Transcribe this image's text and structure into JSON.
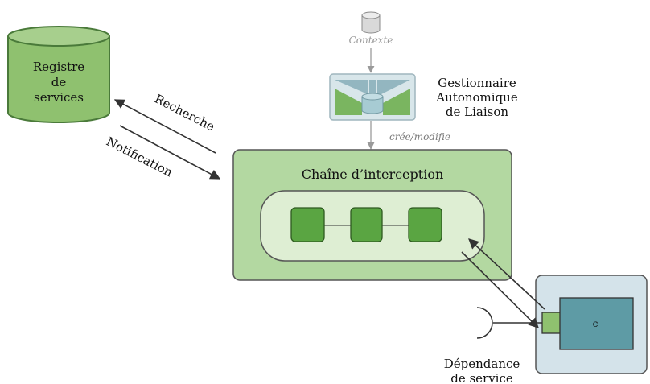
{
  "labels": {
    "registry": [
      "Registre",
      "de",
      "services"
    ],
    "context": "Contexte",
    "manager": [
      "Gestionnaire",
      "Autonomique",
      "de Liaison"
    ],
    "creates": "crée/modifie",
    "search": "Recherche",
    "notification": "Notification",
    "chain": "Chaîne d’interception",
    "component": "c",
    "dependency": [
      "Dépendance",
      "de service"
    ]
  },
  "colors": {
    "registry_fill": "#8fc16f",
    "registry_stroke": "#4a7a3a",
    "chain_fill": "#b3d8a1",
    "chain_inner_fill": "#deeed3",
    "interceptor_fill": "#5aa542",
    "component_outer": "#d4e3ea",
    "component_inner": "#5e9ba5",
    "port_fill": "#8fc16f",
    "manager_fill": "#d8e6ea",
    "line": "#333333",
    "gray_line": "#9a9a9a"
  }
}
